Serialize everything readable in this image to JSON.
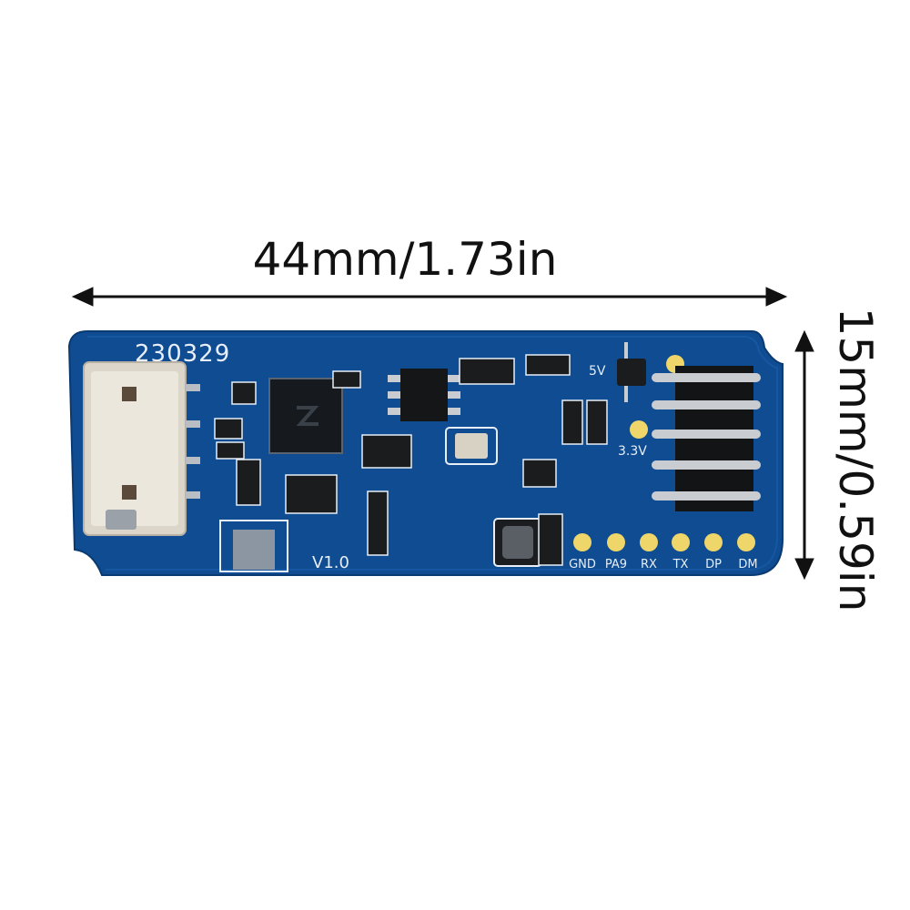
{
  "dimensions": {
    "width_label": "44mm/1.73in",
    "height_label": "15mm/0.59in"
  },
  "board": {
    "date_code": "230329",
    "version": "V1.0",
    "rail_5v": "5V",
    "rail_3v3": "3.3V",
    "pin_labels": [
      "GND",
      "PA9",
      "RX",
      "TX",
      "DP",
      "DM"
    ]
  },
  "colors": {
    "pcb_blue": "#0f4c92",
    "silkscreen": "#e8eef7",
    "pad_gold": "#efd66a",
    "arrow": "#111111"
  }
}
